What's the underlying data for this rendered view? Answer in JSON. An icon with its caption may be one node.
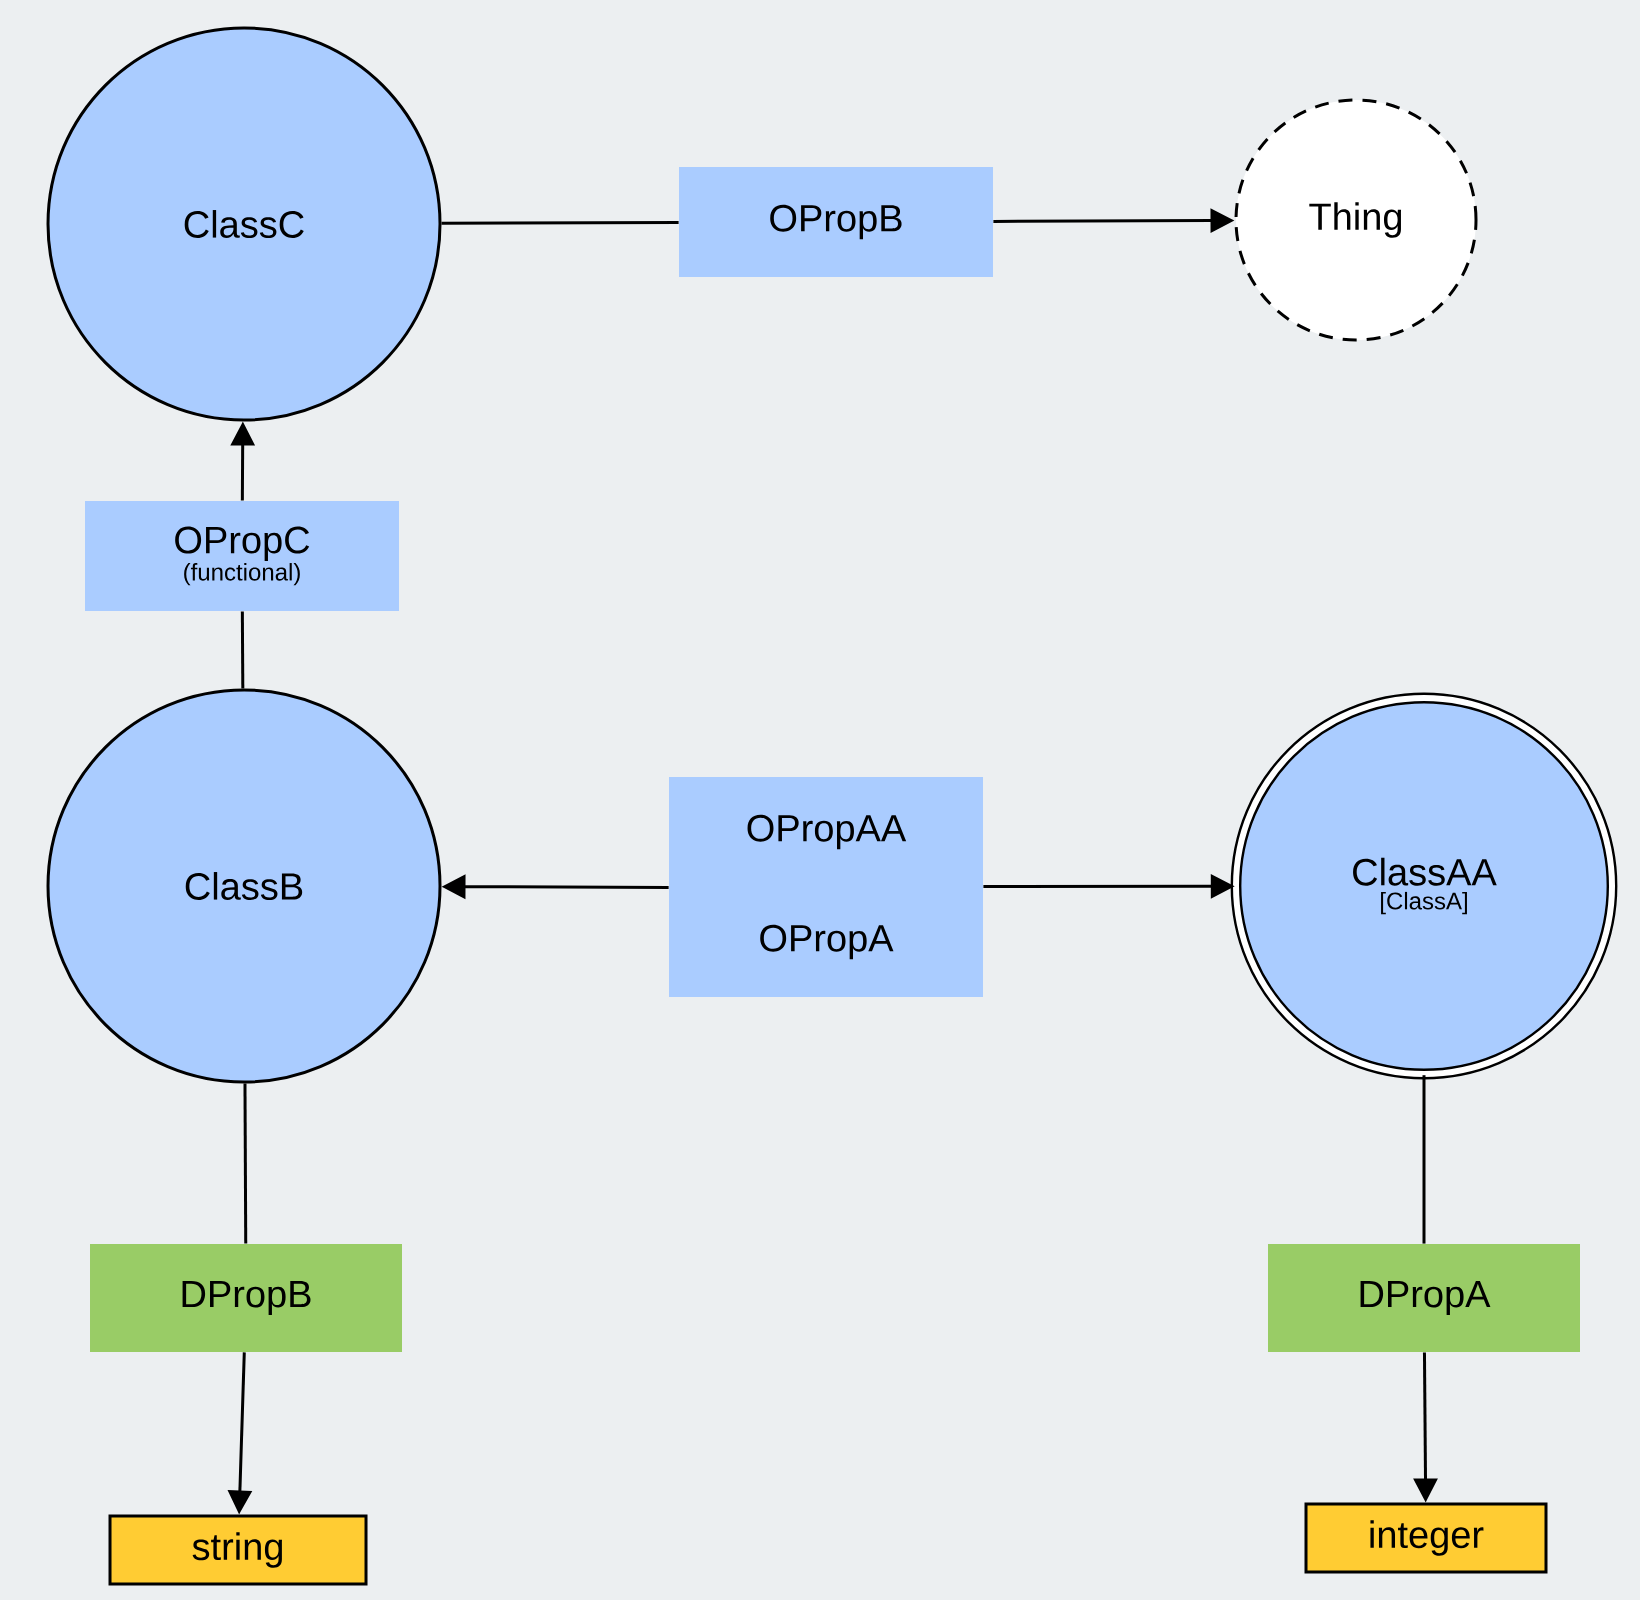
{
  "diagram": {
    "nodes": [
      {
        "text": [
          "ClassC"
        ]
      },
      {
        "text": [
          "OPropB"
        ]
      },
      {
        "text": [
          "Thing"
        ]
      },
      {
        "text": [
          "OPropC",
          "(functional)"
        ]
      },
      {
        "text": [
          "ClassB"
        ]
      },
      {
        "text": [
          "OPropAA"
        ]
      },
      {
        "text": [
          "OPropA"
        ]
      },
      {
        "text": [
          "ClassAA",
          "[ClassA]"
        ]
      },
      {
        "text": [
          "DPropB"
        ]
      },
      {
        "text": [
          "DPropA"
        ]
      },
      {
        "text": [
          "string"
        ]
      },
      {
        "text": [
          "integer"
        ]
      }
    ],
    "edges": [
      {
        "from": 0,
        "to": 1,
        "arrow": "none"
      },
      {
        "from": 1,
        "to": 2,
        "arrow": "to"
      },
      {
        "from": 4,
        "to": 3,
        "arrow": "none"
      },
      {
        "from": 3,
        "to": 0,
        "arrow": "to"
      },
      {
        "from": 5,
        "to": 4,
        "arrow": "to"
      },
      {
        "from": 6,
        "to": 7,
        "arrow": "to"
      },
      {
        "from": 4,
        "to": 8,
        "arrow": "none"
      },
      {
        "from": 8,
        "to": 10,
        "arrow": "to"
      },
      {
        "from": 7,
        "to": 9,
        "arrow": "none"
      },
      {
        "from": 9,
        "to": 11,
        "arrow": "to"
      }
    ]
  }
}
